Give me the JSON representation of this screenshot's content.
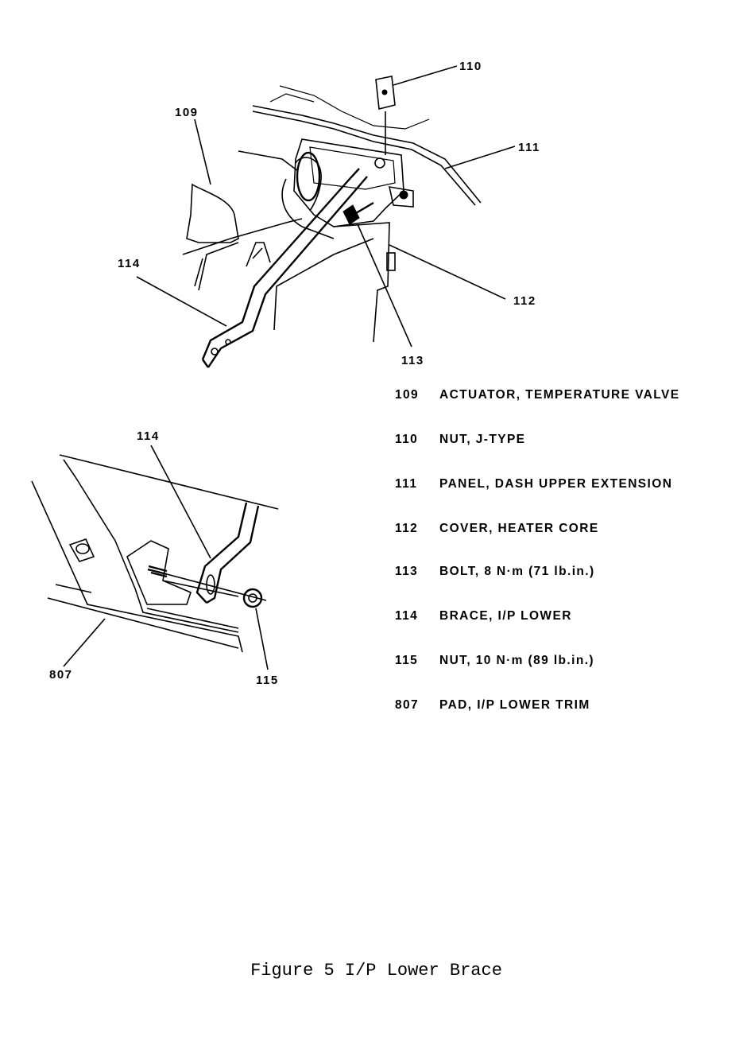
{
  "callouts": {
    "c110": "110",
    "c111": "111",
    "c109": "109",
    "c114_top": "114",
    "c112": "112",
    "c113": "113",
    "c114_detail": "114",
    "c807": "807",
    "c115": "115"
  },
  "legend": [
    {
      "num": "109",
      "text": "ACTUATOR, TEMPERATURE VALVE"
    },
    {
      "num": "110",
      "text": "NUT, J-TYPE"
    },
    {
      "num": "111",
      "text": "PANEL, DASH UPPER EXTENSION"
    },
    {
      "num": "112",
      "text": "COVER, HEATER CORE"
    },
    {
      "num": "113",
      "text": "BOLT, 8 N·m (71 lb.in.)"
    },
    {
      "num": "114",
      "text": "BRACE, I/P LOWER"
    },
    {
      "num": "115",
      "text": "NUT, 10 N·m (89 lb.in.)"
    },
    {
      "num": "807",
      "text": "PAD, I/P LOWER TRIM"
    }
  ],
  "caption": "Figure 5 I/P Lower Brace"
}
